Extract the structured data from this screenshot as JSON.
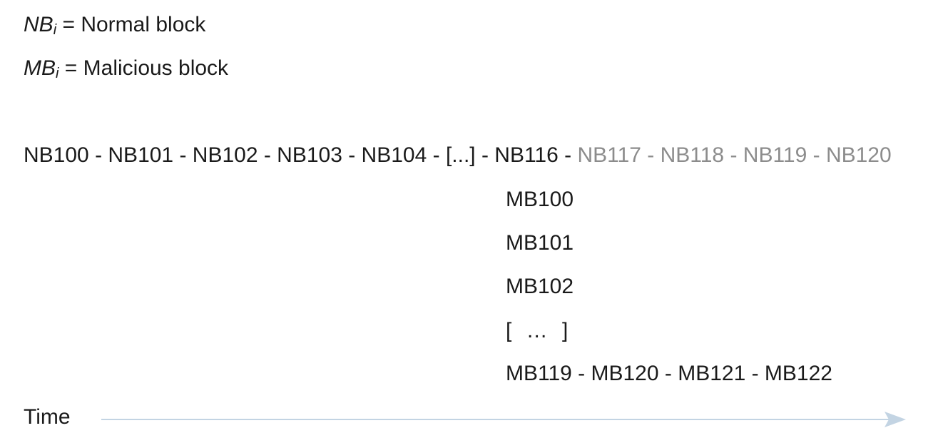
{
  "legend": {
    "normal": {
      "symbol": "NB",
      "subscript": "i",
      "text": " = Normal block"
    },
    "malicious": {
      "symbol": "MB",
      "subscript": "i",
      "text": " = Malicious block"
    }
  },
  "main_chain": {
    "solid": "NB100 - NB101 - NB102 - NB103 - NB104 - [...] - NB116 - ",
    "faded": "NB117 - NB118 - NB119 - NB120",
    "faded_color": "#8c8c8c"
  },
  "malicious_chain": [
    "MB100",
    "MB101",
    "MB102",
    "[ … ]",
    "MB119 - MB120 - MB121 - MB122"
  ],
  "time": {
    "label": "Time",
    "arrow_color": "#c3d4e3"
  }
}
